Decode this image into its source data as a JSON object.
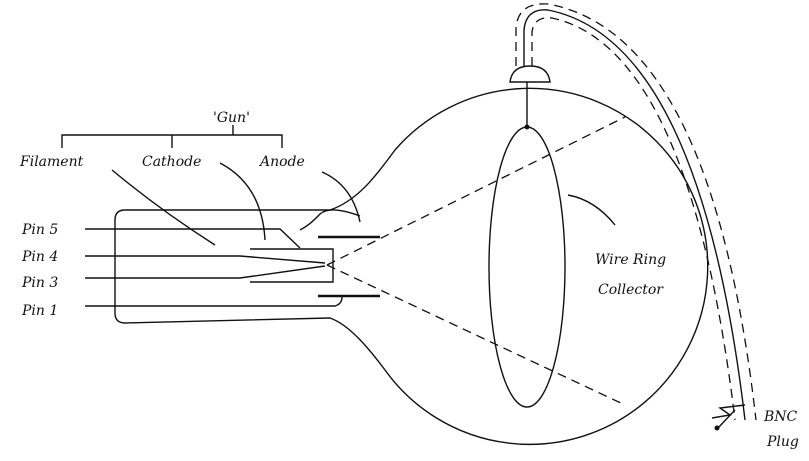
{
  "title": "Electron tube with wire ring collector",
  "labels": {
    "gun": "'Gun'",
    "filament": "Filament",
    "cathode": "Cathode",
    "anode": "Anode",
    "pin5": "Pin 5",
    "pin4": "Pin 4",
    "pin3": "Pin 3",
    "pin1": "Pin 1",
    "collector_line1": "Wire Ring",
    "collector_line2": "Collector",
    "bnc_line1": "BNC",
    "bnc_line2": "Plug"
  }
}
